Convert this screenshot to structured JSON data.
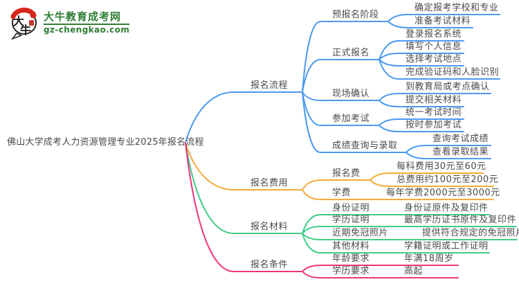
{
  "site": {
    "logo_text": "大牛教育成考网",
    "logo_domain": "gz-chengkao.com",
    "logo_badge_top": "大",
    "logo_badge_bottom": "牛",
    "brand_green": "#2f7d33",
    "brand_red": "#d6251b"
  },
  "mindmap": {
    "root": "佛山大学成考人力资源管理专业2025年报名流程",
    "text_color": "#4a4a4a",
    "branches": [
      {
        "label": "报名流程",
        "color": "#4a9aef",
        "children": [
          {
            "label": "预报名阶段",
            "children": [
              {
                "label": "确定报考学校和专业"
              },
              {
                "label": "准备考试材料"
              }
            ]
          },
          {
            "label": "正式报名",
            "children": [
              {
                "label": "登录报名系统"
              },
              {
                "label": "填写个人信息"
              },
              {
                "label": "选择考试地点"
              },
              {
                "label": "完成验证码和人脸识别"
              }
            ]
          },
          {
            "label": "现场确认",
            "children": [
              {
                "label": "到教育局或考点确认"
              },
              {
                "label": "提交相关材料"
              }
            ]
          },
          {
            "label": "参加考试",
            "children": [
              {
                "label": "统一考试时间"
              },
              {
                "label": "按时参加考试"
              }
            ]
          },
          {
            "label": "成绩查询与录取",
            "children": [
              {
                "label": "查询考试成绩"
              },
              {
                "label": "查看录取结果"
              }
            ]
          }
        ]
      },
      {
        "label": "报名费用",
        "color": "#f5a93b",
        "children": [
          {
            "label": "报名费",
            "children": [
              {
                "label": "每科费用30元至60元"
              },
              {
                "label": "总费用约100元至200元"
              }
            ]
          },
          {
            "label": "学费",
            "children": [
              {
                "label": "每年学费2000元至3000元"
              }
            ]
          }
        ]
      },
      {
        "label": "报名材料",
        "color": "#3fcc86",
        "children": [
          {
            "label": "身份证明",
            "children": [
              {
                "label": "身份证原件及复印件"
              }
            ]
          },
          {
            "label": "学历证明",
            "children": [
              {
                "label": "最高学历证书原件及复印件"
              }
            ]
          },
          {
            "label": "近期免冠照片",
            "children": [
              {
                "label": "提供符合规定的免冠照片"
              }
            ]
          },
          {
            "label": "其他材料",
            "children": [
              {
                "label": "学籍证明或工作证明"
              }
            ]
          }
        ]
      },
      {
        "label": "报名条件",
        "color": "#f0327e",
        "children": [
          {
            "label": "年龄要求",
            "children": [
              {
                "label": "年满18周岁"
              }
            ]
          },
          {
            "label": "学历要求",
            "children": [
              {
                "label": "高起"
              }
            ]
          }
        ]
      }
    ]
  }
}
